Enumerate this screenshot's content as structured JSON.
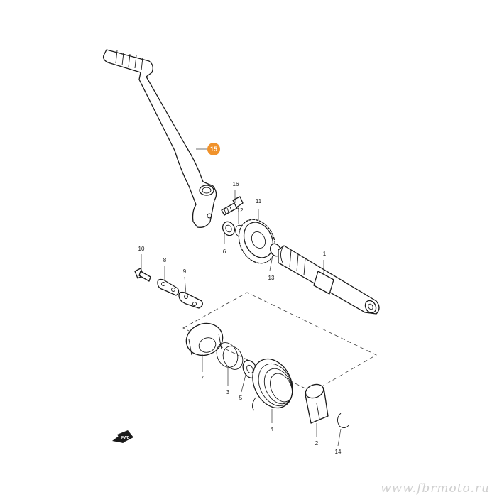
{
  "diagram": {
    "callouts": [
      {
        "id": "15",
        "highlighted": true
      },
      {
        "id": "16"
      },
      {
        "id": "11"
      },
      {
        "id": "12"
      },
      {
        "id": "6"
      },
      {
        "id": "13"
      },
      {
        "id": "1"
      },
      {
        "id": "10"
      },
      {
        "id": "8"
      },
      {
        "id": "9"
      },
      {
        "id": "7"
      },
      {
        "id": "3"
      },
      {
        "id": "5"
      },
      {
        "id": "4"
      },
      {
        "id": "2"
      },
      {
        "id": "14"
      }
    ],
    "highlight_color": "#f0922b",
    "forward_marker": "FWD"
  },
  "watermark": "www.fbrmoto.ru"
}
